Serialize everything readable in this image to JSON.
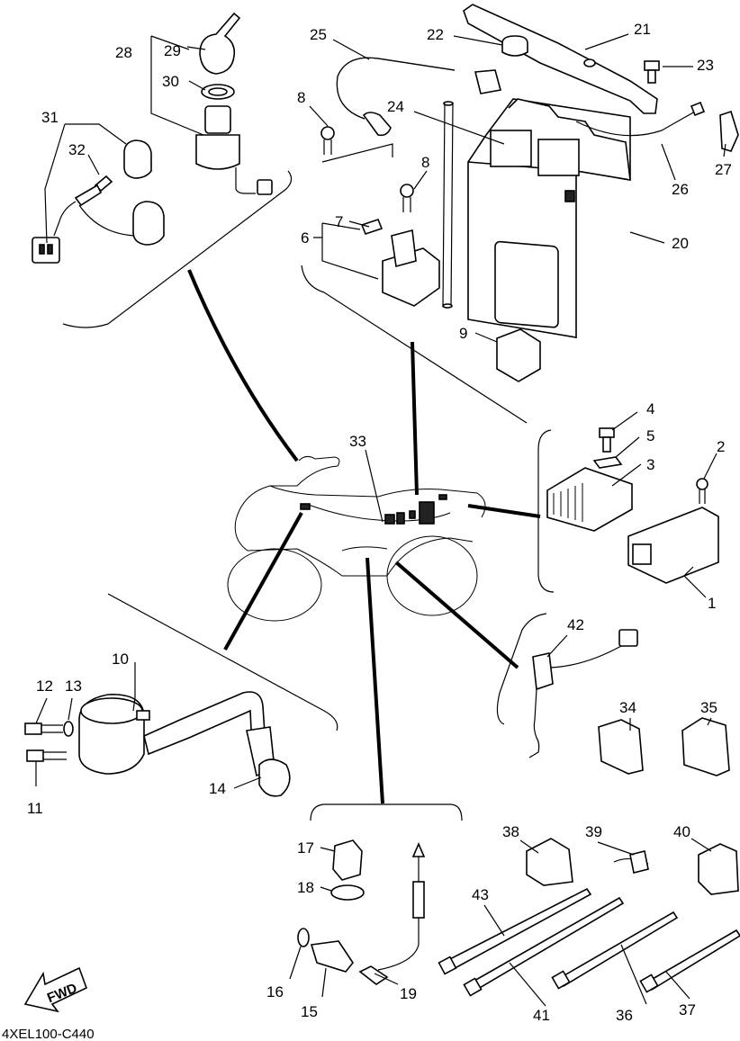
{
  "diagram": {
    "code": "4XEL100-C440",
    "fwd_label": "FWD",
    "callouts": {
      "c1": "1",
      "c2": "2",
      "c3": "3",
      "c4": "4",
      "c5": "5",
      "c6": "6",
      "c7": "7",
      "c8a": "8",
      "c8b": "8",
      "c9": "9",
      "c10": "10",
      "c11": "11",
      "c12": "12",
      "c13": "13",
      "c14": "14",
      "c15": "15",
      "c16": "16",
      "c17": "17",
      "c18": "18",
      "c19": "19",
      "c20": "20",
      "c21": "21",
      "c22": "22",
      "c23": "23",
      "c24": "24",
      "c25": "25",
      "c26": "26",
      "c27": "27",
      "c28": "28",
      "c29": "29",
      "c30": "30",
      "c31": "31",
      "c32": "32",
      "c33": "33",
      "c34": "34",
      "c35": "35",
      "c36": "36",
      "c37": "37",
      "c38": "38",
      "c39": "39",
      "c40": "40",
      "c41": "41",
      "c42": "42",
      "c43": "43"
    }
  }
}
